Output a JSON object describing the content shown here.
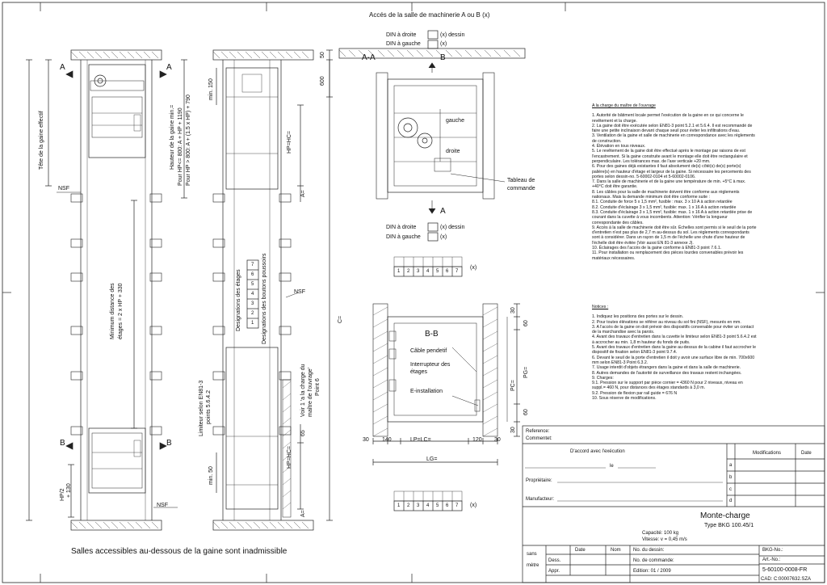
{
  "header": {
    "access_title": "Accés de la salle de machinerie A ou B (x)",
    "din_droite": "DIN à droite",
    "din_gauche": "DIN à gauche",
    "x_dessin": "(x) dessin",
    "x_mark": "(x)"
  },
  "section_aa": {
    "label": "A-A",
    "b_mark": "B",
    "a_mark": "A",
    "gauche": "gauche",
    "droite": "droite",
    "tableau": "Tableau de",
    "commande": "commande"
  },
  "section_bb": {
    "label": "B-B",
    "cable": "Câble pendetif",
    "interrupteur_1": "Interrupteur des",
    "interrupteur_2": "étages",
    "e_installation": "E-installation",
    "dims": {
      "d30a": "30",
      "d140": "140",
      "lp": "LP=LC=",
      "d120": "120",
      "d30b": "30",
      "lg": "LG=",
      "pc": "PC=",
      "pg": "PG=",
      "d30v": "30",
      "d60a": "60",
      "d60b": "60",
      "d30w": "30"
    }
  },
  "floor_boxes": [
    "1",
    "2",
    "3",
    "4",
    "5",
    "6",
    "7"
  ],
  "elevation": {
    "a_left": "A",
    "a_right": "A",
    "b_left": "B",
    "b_right": "B",
    "nsf_top": "NSF",
    "nsf_bottom": "NSF",
    "tete": "Tête de la gaine effectif",
    "hauteur_1": "Hauteur de la gaine min.=",
    "hauteur_2": "Pour HP<= 800: A + HP + 1190",
    "hauteur_3": "Pour HP > 800: A + (1.5 x HP) + 790",
    "minimum_1": "Minimum distance des",
    "minimum_2": "étages = 2 x HP + 330",
    "hp2": "HP/2",
    "hp2b": "+ 130"
  },
  "side": {
    "d50": "50",
    "d600": "600",
    "min150": "min. 150",
    "hphc_top": "HP=HC=",
    "a_eq_top": "A=",
    "c_eq": "C=",
    "nsf": "NSF",
    "designations_etages": "Designations des étages",
    "designations_boutons": "Designations des boutons poussoirs",
    "limiteur_1": "Limiteur selon EN81-3",
    "limiteur_2": "points 5.6.4.2",
    "voir_1": "Voir 1 'a la charge du",
    "voir_2": "maître de l'ouvrage'",
    "voir_3": "Point 6",
    "d65": "65",
    "hphc_bottom": "HP=HC=",
    "min50": "min. 50",
    "a_eq_bottom": "A="
  },
  "stack_numbers": [
    "7",
    "6",
    "5",
    "4",
    "3",
    "2",
    "1"
  ],
  "bottom_note": "Salles accessibles au-dessous de la gaine sont inadmissible",
  "charge_title": "A la charge du maître de l'ouvrage",
  "charge_items": [
    "1. Autorité de bâtiment locale permet l'exécution de la gaine en ce qui concerne le revêtement et la charge.",
    "2. La gaine doit être exécutée selon EN81-3 point 5.2.1 et 5.6.4. Il est recommandé de faire une petite inclinaison devant chaque seuil pour éviter les infiltrations d'eau.",
    "3. Ventilation de la gaine et salle de machinerie en correspondance avec les règlements de construction.",
    "4. Élévation en tous niveaux.",
    "5. Le revêtement de la gaine doit être effectué après le montage par raisons de est l'encastrement. Si la gaine construite avant le montage elle doit être rectangulaire et perpendiculaire. Les tolérances max. de l'axe verticale +20 mm.",
    "6. Pour des gaines déjà existantes il faut absolument de(s) côté(s) de(s) porte(s) palière(s) en hauteur d'étage et largeur de la gaine. Si nécessaire les percements des portes selon dessin-no. 5-60002-0104 et 5-60002-0106.",
    "7. Dans la salle de machinerie et de la gaine une température de min. +5°C à max. +40°C doit être garantie.",
    "8. Les câbles pour la salle de machinerie doivent être conforme aux règlements nationaux. Mais la demande minimum doit être conforme suite :",
    "8.1. Conduite de force 5 x 1,5 mm², fusible : max. 3 x 10 A à action retardée",
    "8.2. Conduite d'éclairage 3 x 1,5 mm², fusible: max. 1 x 16 A à action retardée",
    "8.3. Conduite d'éclairage 3 x 1,5 mm², fusible: max. 1 x 16 A à action retardée prise de courant dans la cuvette à vous incombents. Attention: Vérifier la longueur correspondante des câbles.",
    "9. Accès à la salle de machinerie doit être sûr. Échelles sont permis si le seuil de la porte d'entretien n'est pas plus de 2,7 m au-dessus du sol. Les règlements correspondants sont à considérer. Dans un rayon de 1,5 m de l'échelle une chute d'une hauteur de l'échelle doit être évitée (Voir aussi EN 81-3 annexe J).",
    "10. Éclairages des l'accès de la gaine conforme à EN81-3 point 7.6.1.",
    "11. Pour installation ou remplacement des pièces lourdes convenables prévoir les matériaux nécessaires."
  ],
  "notices_title": "Notices :",
  "notices_items": [
    "1. Indiquez les positions des portes sur le dessin.",
    "2. Pour toutes élévations se référer au niveau du sol fini (NSF), mesurés en mm.",
    "3. A l'accès de la gaine on doit prévoir des dispositifs convenable pour éviter un contact de la marchandise avec la parois.",
    "4. Avant des travaux d'entretien dans la cuvette le limiteur selon EN81-3 point 5.6.4.2 est à accrocher au min. 1,8 m hauteur du fonds de puits.",
    "5. Avant des travaux d'entretien dans la gaine au-dessus de la cabine il faut accrocher le dispositif de fixation selon EN81-3 point 9.7.4.",
    "6. Devant le seuil de la porte d'entretien il doit y avoir une surface libre de min. 700x600 mm selon EN81-3 Point 6.3.2.",
    "7. Usage interdit d'objets étrangers dans la gaine et dans la salle de machinerie.",
    "8. Autres demandes de l'autorité de surveillance des travaux restent inchangées.",
    "9. Charges:",
    "9.1. Pression sur le support par pièce cornier = 4360 N pour 2 niveaux, niveau en suppl.= 460 N, pour distances des étages standards à 3,0 m.",
    "9.2. Pression de flexion par rail guide = 676 N",
    "10. Sous réserve de modifications."
  ],
  "title_block": {
    "reference": "Reference:",
    "commentet": "Commentet:",
    "accord": "D'accord avec l'exécution",
    "le": "le",
    "proprietaire": "Propriétaire:",
    "manufacteur": "Manufacteur:",
    "modifications": "Modifications",
    "date": "Date",
    "rev_letters": [
      "a",
      "b",
      "c",
      "d"
    ],
    "product": "Monte-charge",
    "type": "Type BKG 100.45/1",
    "capacite": "Capacité: 100 kg",
    "vitesse": "Vitesse: v = 0,45 m/s",
    "bkg_no": "BKG-No.:",
    "sans": "sans",
    "metre": "mètre",
    "col_date": "Date",
    "col_nom": "Nom",
    "dess": "Dess.",
    "appr": "Appr.",
    "no_dessin": "No. du dessin:",
    "no_commande": "No. de commande:",
    "edition": "Edition: 01 / 2009",
    "art_no": "Art.-No.:",
    "art_value": "5-60100-0008-FR",
    "cad": "CAD:",
    "cad_value": "C:00007632.SZA"
  }
}
